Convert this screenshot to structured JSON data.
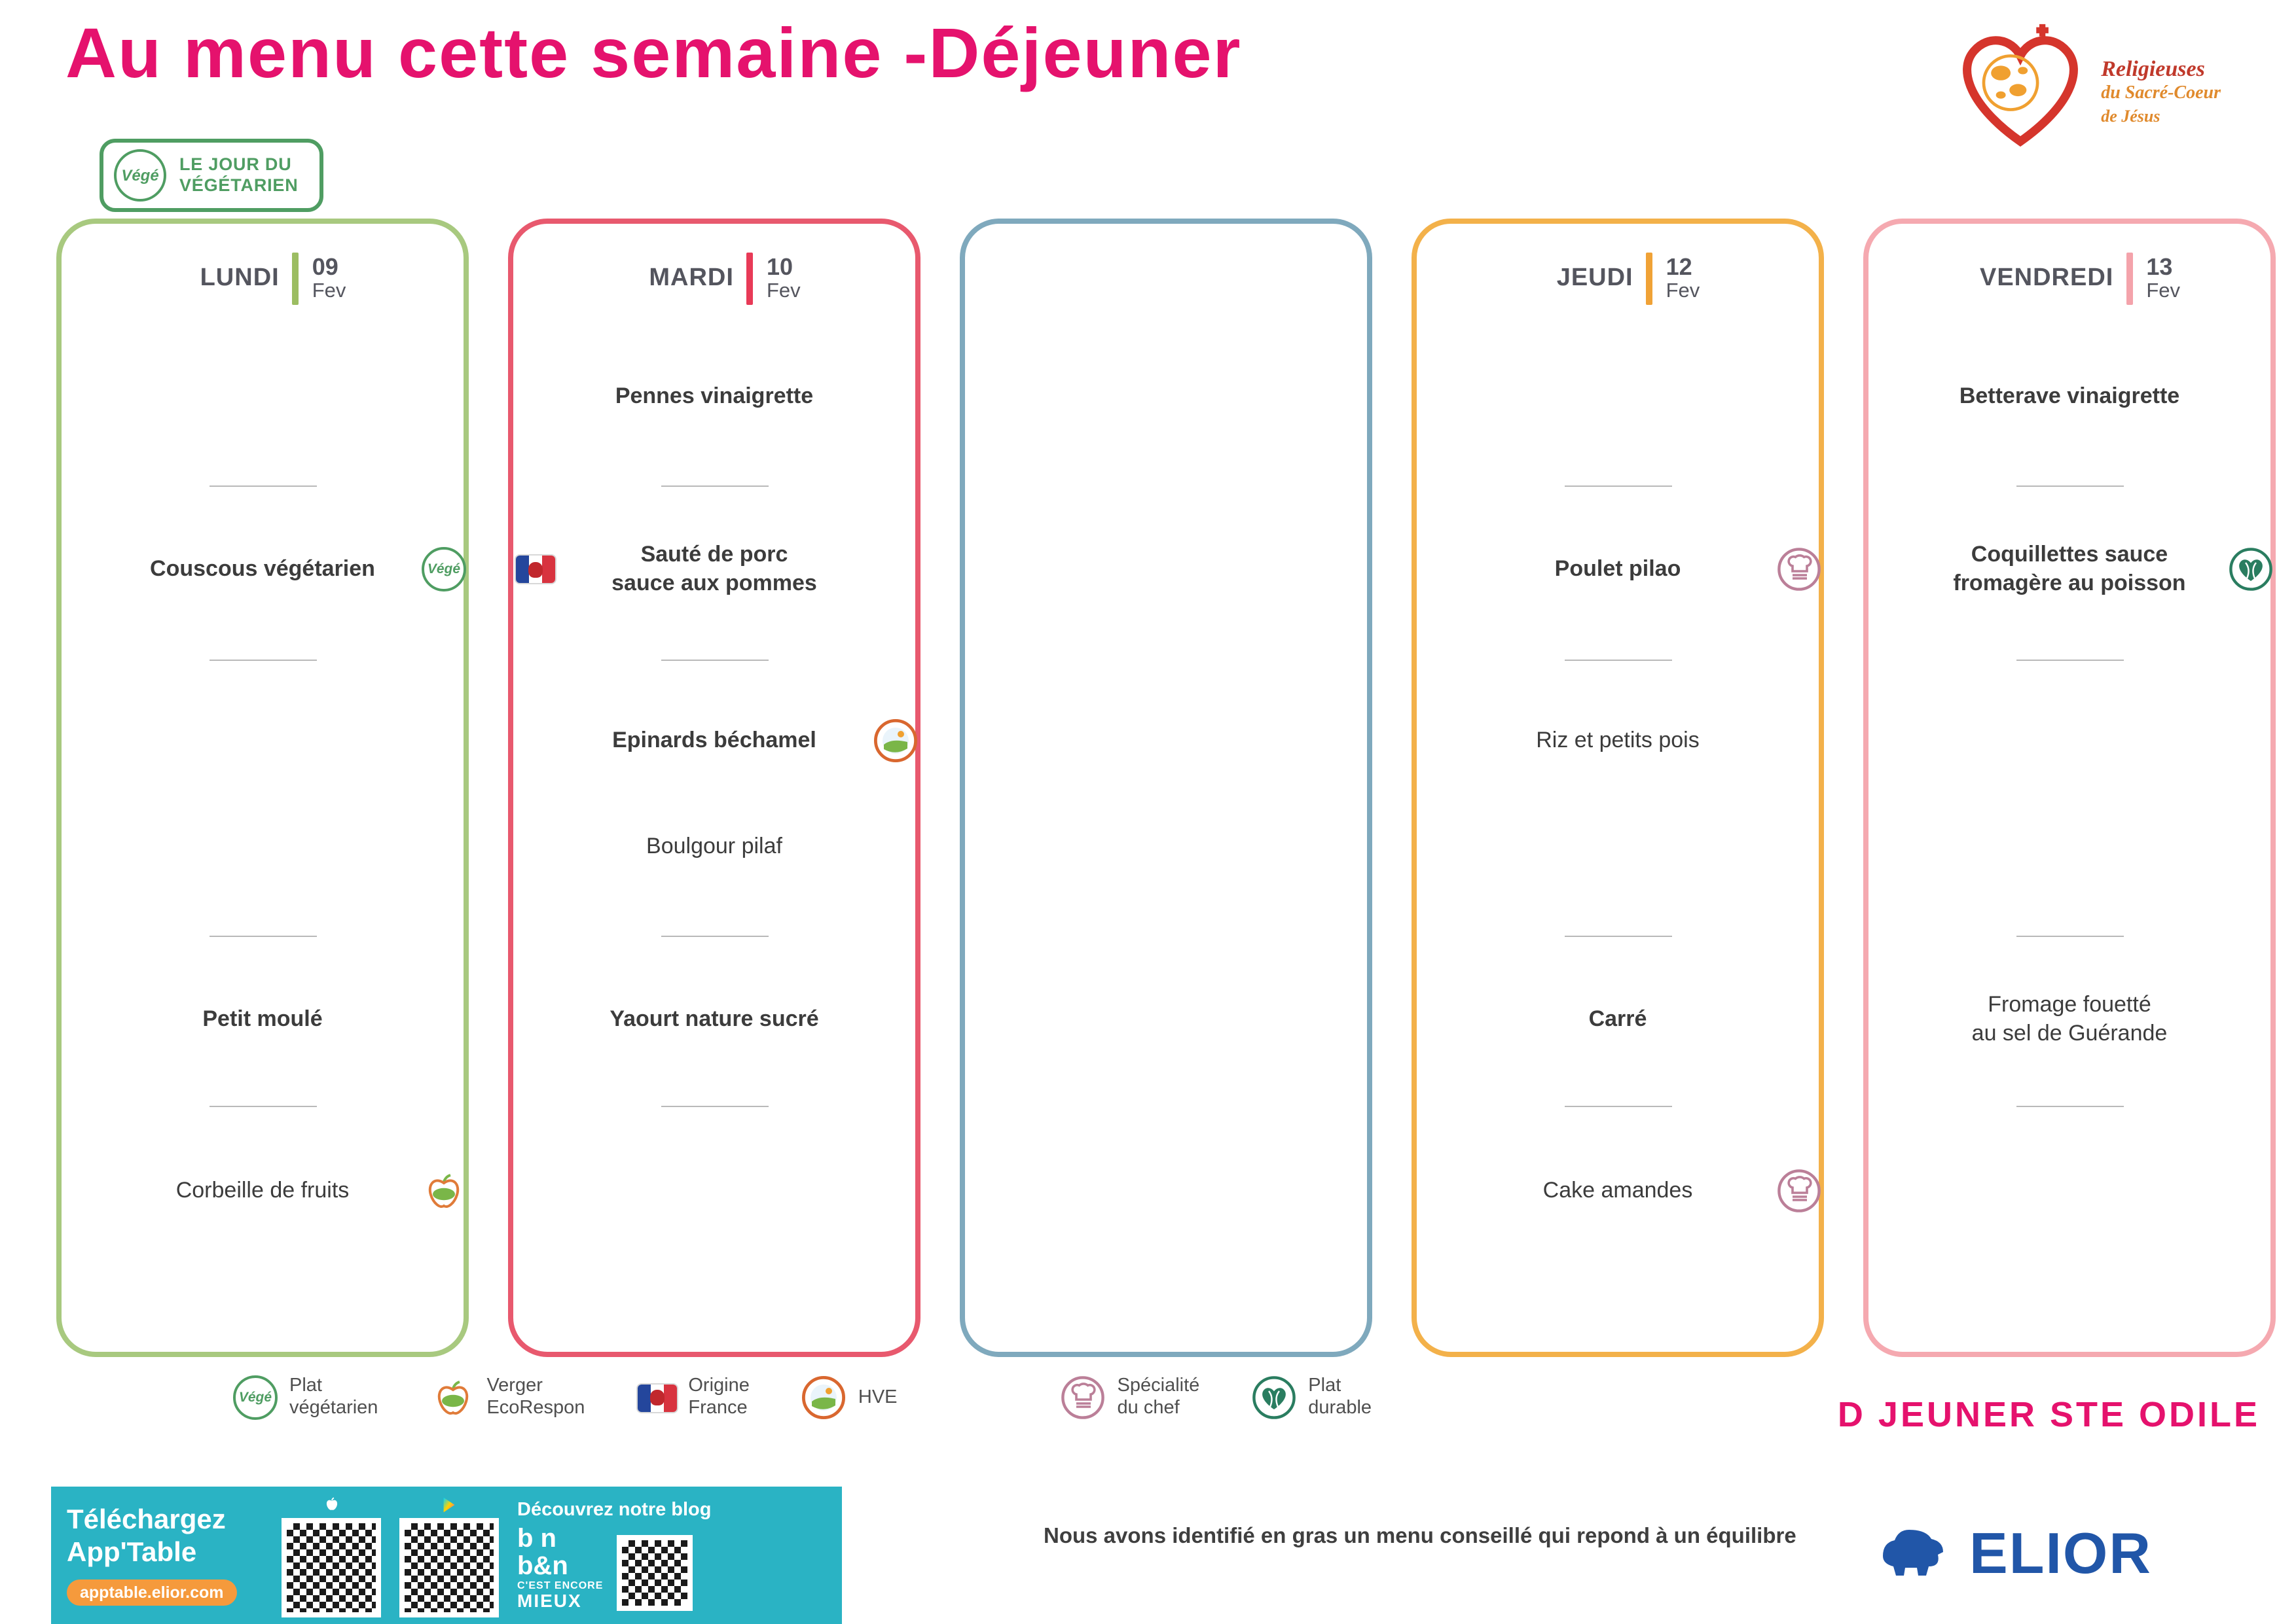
{
  "header": {
    "title": "Au menu cette semaine -Déjeuner",
    "badge": {
      "icon_label": "Végé",
      "line1": "LE JOUR DU",
      "line2": "VÉGÉTARIEN"
    },
    "congregation": {
      "line1": "Religieuses",
      "line2": "du Sacré-Coeur",
      "line3": "de Jésus"
    }
  },
  "days": [
    {
      "name": "LUNDI",
      "date_day": "09",
      "date_month": "Fev",
      "items": {
        "r2": {
          "text": "Couscous végétarien",
          "bold": true,
          "icon": "vegetarien"
        },
        "r4": {
          "text": "Petit moulé",
          "bold": true
        },
        "r5": {
          "text": "Corbeille de fruits",
          "bold": false,
          "icon": "verger-ecorespon"
        }
      }
    },
    {
      "name": "MARDI",
      "date_day": "10",
      "date_month": "Fev",
      "items": {
        "r1": {
          "text": "Pennes vinaigrette",
          "bold": true
        },
        "r2": {
          "text": "Sauté de porc\nsauce aux pommes",
          "bold": true,
          "icon": "origine-france"
        },
        "r3": {
          "text": "Epinards béchamel",
          "bold": true,
          "icon": "hve"
        },
        "r3b": {
          "text": "Boulgour pilaf",
          "bold": false
        },
        "r4": {
          "text": "Yaourt nature sucré",
          "bold": true
        }
      }
    },
    {
      "name": "",
      "date_day": "",
      "date_month": "",
      "items": {}
    },
    {
      "name": "JEUDI",
      "date_day": "12",
      "date_month": "Fev",
      "items": {
        "r2": {
          "text": "Poulet pilao",
          "bold": true,
          "icon": "specialite-du-chef"
        },
        "r3": {
          "text": "Riz et petits pois",
          "bold": false
        },
        "r4": {
          "text": "Carré",
          "bold": true
        },
        "r5": {
          "text": "Cake amandes",
          "bold": false,
          "icon": "specialite-du-chef"
        }
      }
    },
    {
      "name": "VENDREDI",
      "date_day": "13",
      "date_month": "Fev",
      "items": {
        "r1": {
          "text": "Betterave vinaigrette",
          "bold": true
        },
        "r2": {
          "text": "Coquillettes sauce\nfromagère au poisson",
          "bold": true,
          "icon": "plat-durable"
        },
        "r4": {
          "text": "Fromage fouetté\nau sel de Guérande",
          "bold": false
        }
      }
    }
  ],
  "legend": {
    "vege": {
      "line1": "Plat",
      "line2": "végétarien"
    },
    "verger": {
      "line1": "Verger",
      "line2": "EcoRespon"
    },
    "france": {
      "line1": "Origine",
      "line2": "France"
    },
    "hve": {
      "line1": "HVE",
      "line2": ""
    },
    "chef": {
      "line1": "Spécialité",
      "line2": "du chef"
    },
    "durable": {
      "line1": "Plat",
      "line2": "durable"
    }
  },
  "footer": {
    "note": "Nous avons identifié en gras un menu conseillé qui repond à un équilibre",
    "title_right": "D JEUNER STE ODILE",
    "brand": "ELIOR"
  },
  "app_banner": {
    "download_line1": "Téléchargez",
    "download_line2": "App'Table",
    "url": "apptable.elior.com",
    "blog_title": "Découvrez notre blog",
    "bon_top": "b n",
    "bon_mid": "b&n",
    "bon_small": "C'EST ENCORE",
    "bon_bottom": "MIEUX"
  },
  "colors": {
    "title_pink": "#e5126d",
    "monday_green": "#a8c97f",
    "tuesday_red": "#e8596e",
    "wednesday_blue": "#7fa9bd",
    "thursday_orange": "#f3b14a",
    "friday_pink": "#f5a9b0",
    "banner_teal": "#2ab3c4",
    "elior_blue": "#2156a8",
    "vege_green": "#4f9d62"
  }
}
